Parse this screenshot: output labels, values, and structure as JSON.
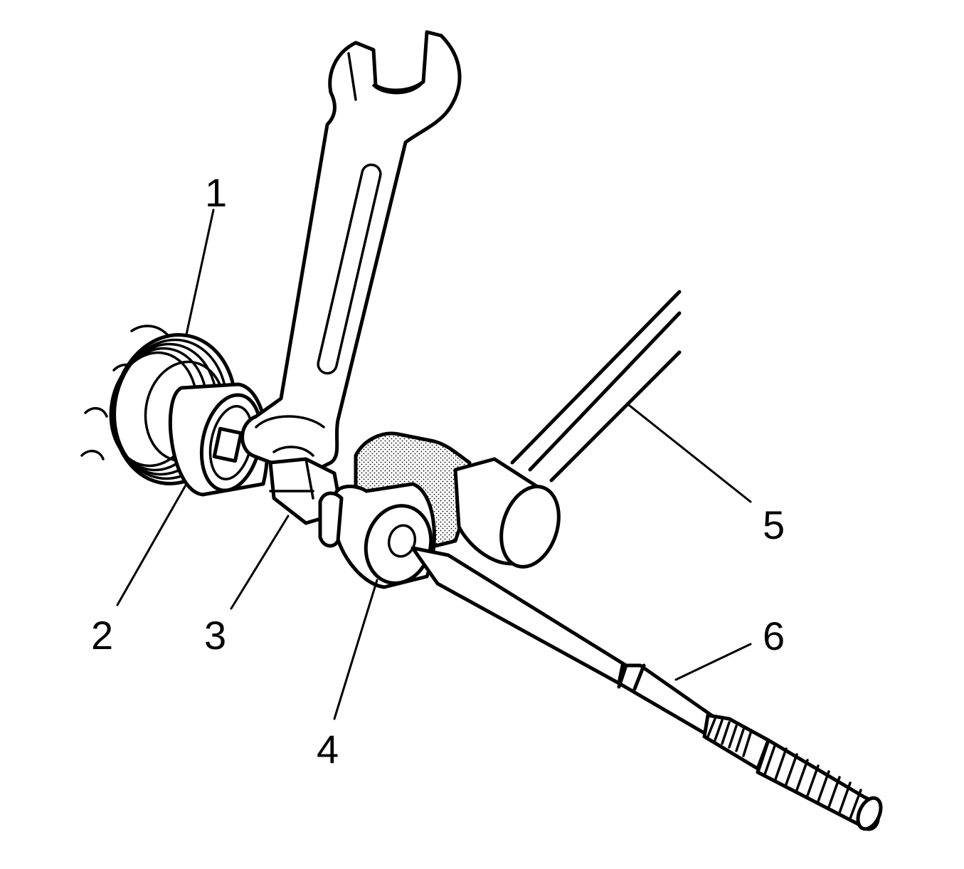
{
  "callouts": [
    {
      "id": "1",
      "label": "1"
    },
    {
      "id": "2",
      "label": "2"
    },
    {
      "id": "3",
      "label": "3"
    },
    {
      "id": "4",
      "label": "4"
    },
    {
      "id": "5",
      "label": "5"
    },
    {
      "id": "6",
      "label": "6"
    }
  ],
  "colors": {
    "ink": "#000000",
    "background": "#ffffff",
    "stipple": "#000000"
  }
}
